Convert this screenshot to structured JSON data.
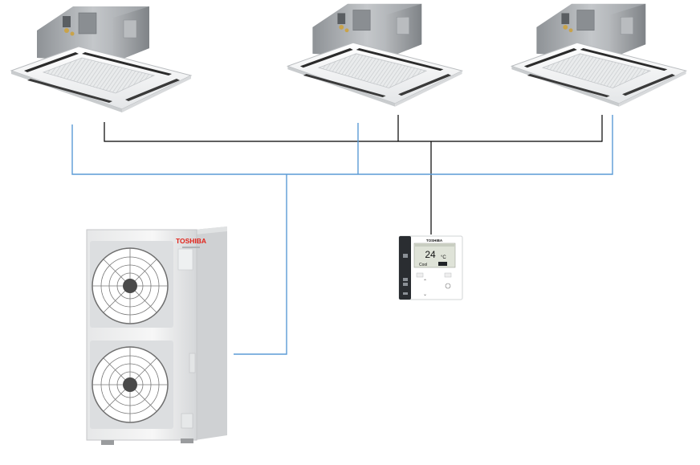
{
  "brand": {
    "name": "TOSHIBA",
    "color": "#e2231a"
  },
  "remote": {
    "brand": "TOSHIBA",
    "temperature": "24",
    "unit": "°C",
    "mode": "Cool"
  },
  "colors": {
    "signal_wiring": "#000000",
    "refrigerant_piping": "#5b9bd5",
    "unit_body": "#f3f3f3",
    "fan_grille": "#6f6f6f"
  },
  "icons": {
    "indoor_units": "ceiling-cassette-icon",
    "outdoor_unit": "outdoor-condenser-icon",
    "controller": "wired-remote-controller-icon"
  }
}
